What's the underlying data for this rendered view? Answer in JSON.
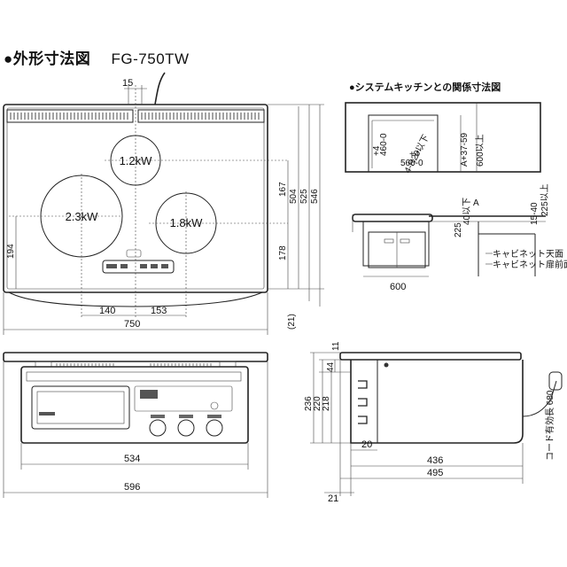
{
  "titles": {
    "main": "●外形寸法図",
    "model": "FG-750TW",
    "relation": "●システムキッチンとの関係寸法図"
  },
  "burners": {
    "top": "1.2kW",
    "left": "2.3kW",
    "right": "1.8kW"
  },
  "top_view_dims": {
    "d15": "15",
    "d750": "750",
    "d140": "140",
    "d153": "153",
    "d194": "194",
    "d167": "167",
    "d178": "178",
    "d504": "504",
    "d525": "525",
    "d546": "546",
    "d21": "(21)"
  },
  "front_view_dims": {
    "d534": "534",
    "d596": "596"
  },
  "side_view_dims": {
    "d11": "11",
    "d44": "44",
    "d236": "236",
    "d220": "220",
    "d218": "218",
    "d20": "20",
    "d21": "21",
    "d436": "436",
    "d495": "495",
    "cord": "コード有効長 680"
  },
  "relation_dims": {
    "opening_w": "560-0",
    "opening_w_tol": "+4",
    "opening_h": "460-0",
    "opening_h_tol": "+4",
    "corner": "4-R20以下",
    "depth": "A+37-59",
    "min600": "600以上",
    "d40": "40以下",
    "d15_40": "15-40",
    "d225": "225以上",
    "label_a": "A",
    "d225b": "225",
    "d600": "600",
    "cab_top": "キャビネット天面",
    "cab_front": "キャビネット扉前面"
  }
}
